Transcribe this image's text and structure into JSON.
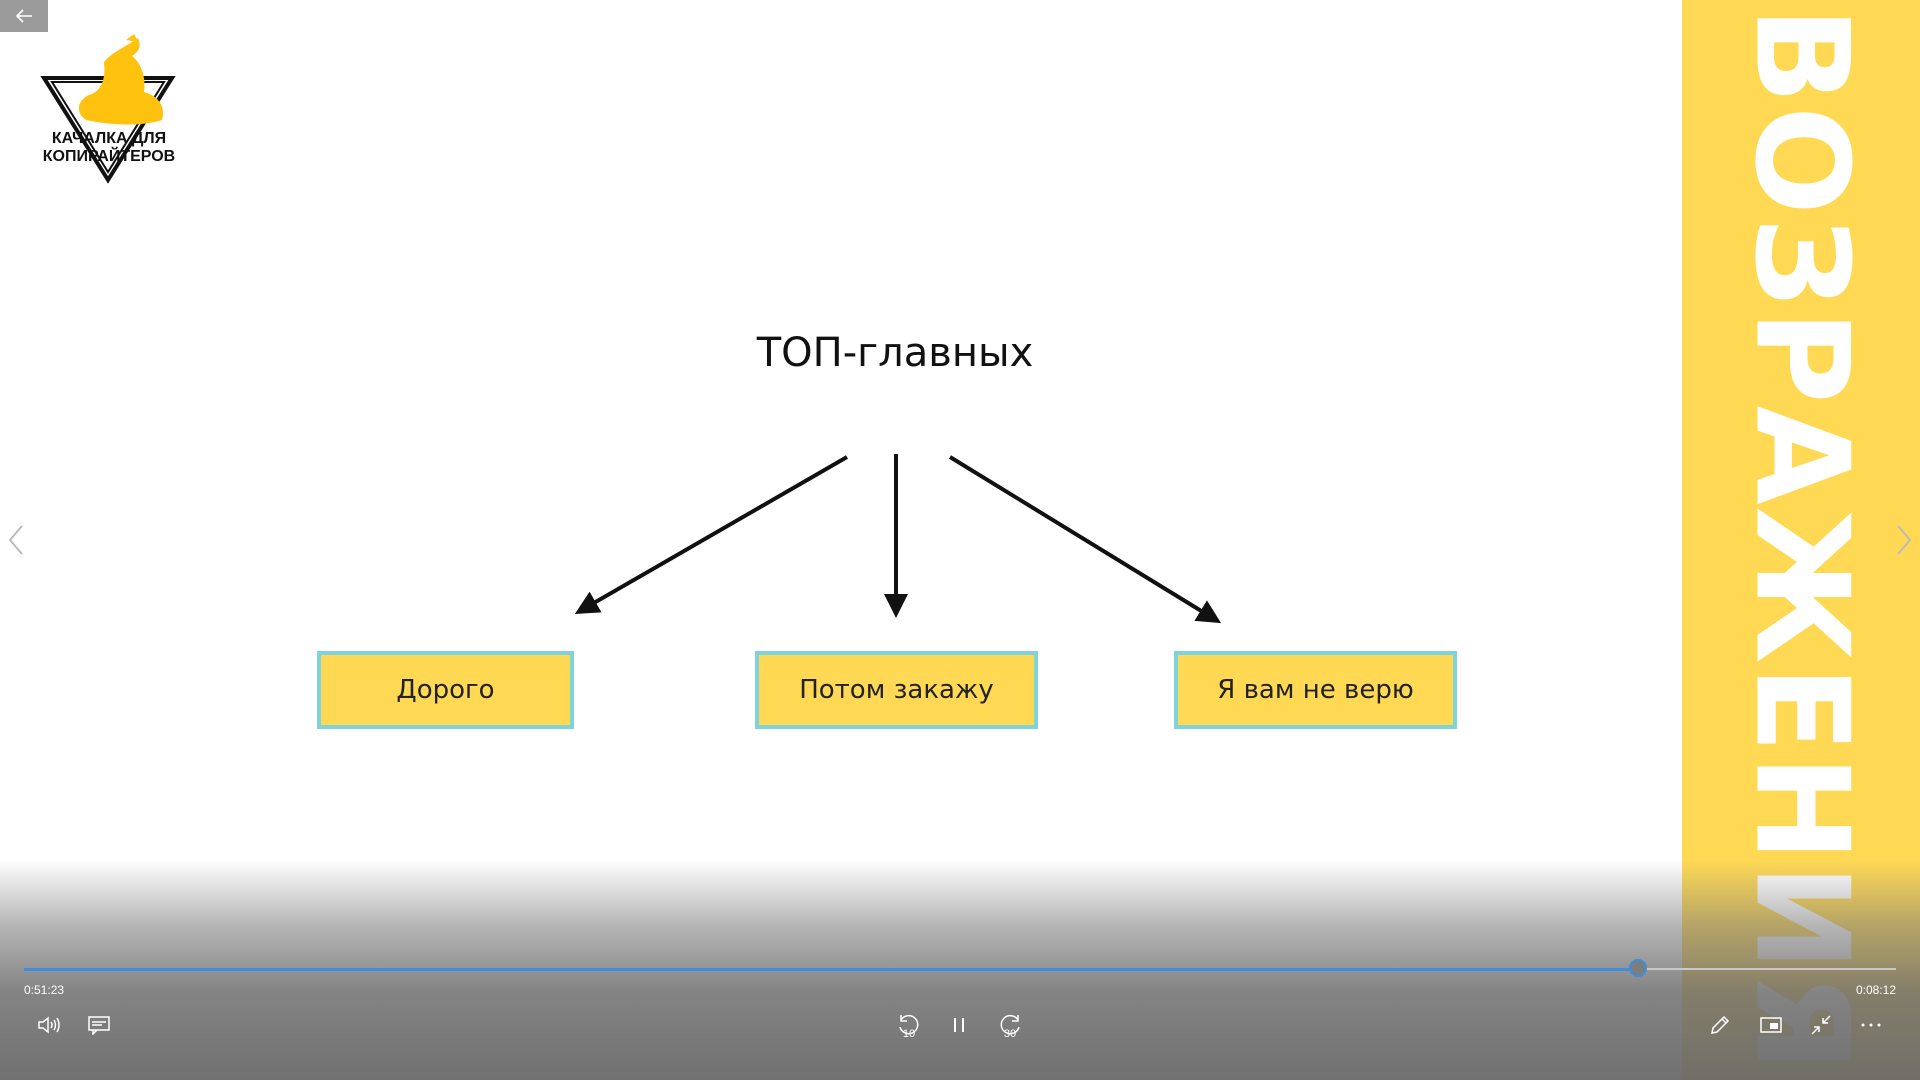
{
  "slide": {
    "logo_text_line1": "КАЧАЛКА ДЛЯ",
    "logo_text_line2": "КОПИРАЙТЕРОВ",
    "heading": "ТОП-главных",
    "boxes": [
      "Дорого",
      "Потом закажу",
      "Я вам не верю"
    ],
    "side_title": "ВОЗРАЖЕНИЯ"
  },
  "player": {
    "elapsed": "0:51:23",
    "remaining": "0:08:12",
    "progress_fraction": 0.862,
    "skip_back_label": "10",
    "skip_forward_label": "30"
  },
  "colors": {
    "accent_yellow": "#ffd954",
    "box_border": "#7fd3dc",
    "progress_blue": "#3b8fdc"
  }
}
